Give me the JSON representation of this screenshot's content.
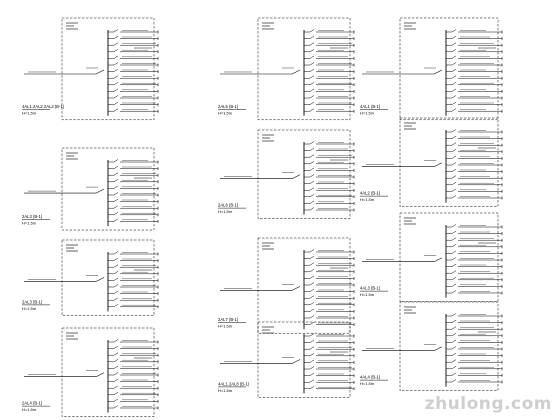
{
  "watermark": "zhulong.com",
  "panels": [
    {
      "id": "c1-p1",
      "col": 0,
      "row": 0,
      "label": "4AL1.2AL2.2AL2 (B-1)",
      "sub": "H=1.5m",
      "ways": 13
    },
    {
      "id": "c1-p2",
      "col": 0,
      "row": 1,
      "label": "2AL3 (B-1)",
      "sub": "H=1.5m",
      "ways": 10
    },
    {
      "id": "c1-p3",
      "col": 0,
      "row": 2,
      "label": "2AL3 (B-1)",
      "sub": "H=1.5m",
      "ways": 9
    },
    {
      "id": "c1-p4",
      "col": 0,
      "row": 3,
      "label": "2AL4 (B-1)",
      "sub": "H=1.5m",
      "ways": 11
    },
    {
      "id": "c2-p1",
      "col": 1,
      "row": 0,
      "label": "2AL5 (B-1)",
      "sub": "H=1.5m",
      "ways": 13
    },
    {
      "id": "c2-p2",
      "col": 1,
      "row": 1,
      "label": "2AL6 (B-1)",
      "sub": "H=1.5m",
      "ways": 11
    },
    {
      "id": "c2-p3",
      "col": 1,
      "row": 2,
      "label": "2AL7 (B-1)",
      "sub": "H=1.5m",
      "ways": 12
    },
    {
      "id": "c2-p4",
      "col": 1,
      "row": 3,
      "label": "4AL1.2AL8 (B-1)",
      "sub": "H=1.5m",
      "ways": 9
    },
    {
      "id": "c3-p1",
      "col": 2,
      "row": 0,
      "label": "4AL1 (B-1)",
      "sub": "H=1.5m",
      "ways": 13
    },
    {
      "id": "c3-p2",
      "col": 2,
      "row": 1,
      "label": "4AL2 (B-1)",
      "sub": "H=1.5m",
      "ways": 11
    },
    {
      "id": "c3-p3",
      "col": 2,
      "row": 2,
      "label": "4AL3 (B-1)",
      "sub": "H=1.5m",
      "ways": 11
    },
    {
      "id": "c3-p4",
      "col": 2,
      "row": 3,
      "label": "4AL4 (B-1)",
      "sub": "H=1.5m",
      "ways": 11
    }
  ]
}
